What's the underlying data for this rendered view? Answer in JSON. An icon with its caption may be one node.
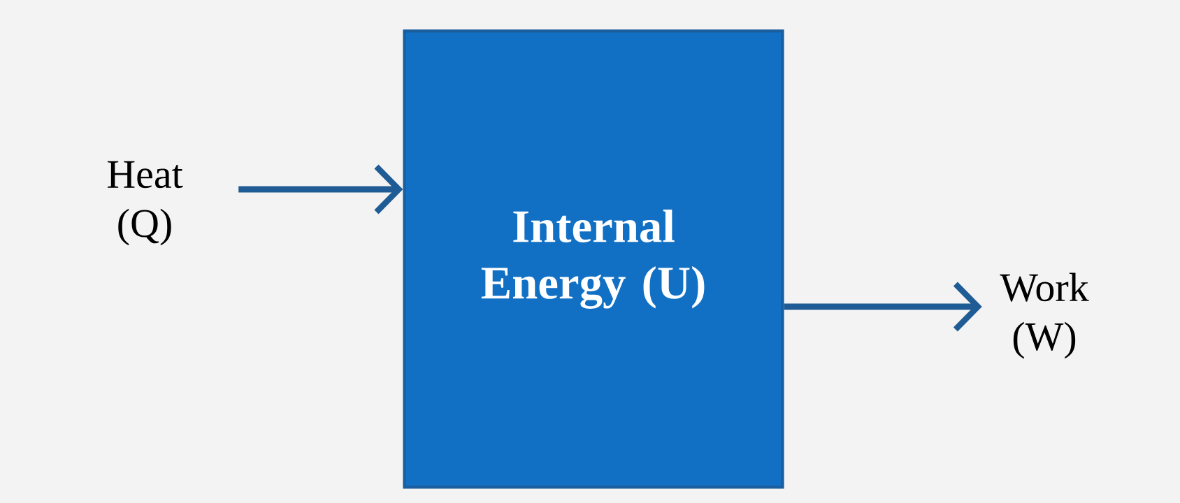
{
  "diagram": {
    "nodes": [
      {
        "text": [
          "Heat (Q)"
        ]
      },
      {
        "text": [
          "Internal Energy (U)"
        ]
      },
      {
        "text": [
          "Work (W)"
        ]
      }
    ],
    "edges": [
      {
        "from": 0,
        "to": 1,
        "arrow": "to"
      },
      {
        "from": 1,
        "to": 2,
        "arrow": "to"
      }
    ]
  }
}
